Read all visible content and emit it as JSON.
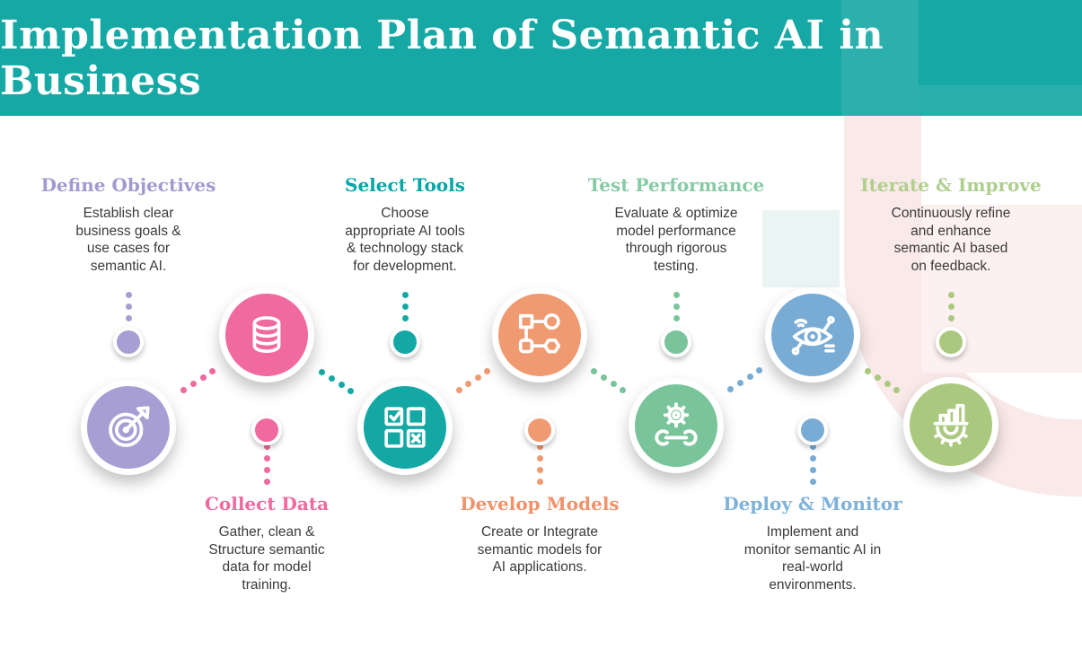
{
  "header": {
    "title": "Implementation Plan of Semantic AI in Business",
    "bg_color": "#16a8a4",
    "text_color": "#ffffff"
  },
  "palette": {
    "background": "#ffffff",
    "body_text": "#3b3b3b",
    "pale_pink_decor": "#fae9e9",
    "pale_teal_decor": "#eaf4f2"
  },
  "steps": [
    {
      "id": "define-objectives",
      "title": "Define Objectives",
      "description": "Establish clear business goals & use cases for semantic AI.",
      "description_lines": [
        "Establish clear",
        "business goals &",
        "use cases for",
        "semantic AI."
      ],
      "color": "#a79fd3",
      "title_color": "#a29ad0",
      "icon": "target-icon",
      "position": "top"
    },
    {
      "id": "collect-data",
      "title": "Collect Data",
      "description": "Gather, clean & Structure semantic data for model training.",
      "description_lines": [
        "Gather, clean &",
        "Structure semantic",
        "data for model",
        "training."
      ],
      "color": "#f0699f",
      "title_color": "#f0699f",
      "icon": "database-icon",
      "position": "bottom"
    },
    {
      "id": "select-tools",
      "title": "Select Tools",
      "description": "Choose appropriate AI tools & technology stack for development.",
      "description_lines": [
        "Choose",
        "appropriate AI tools",
        "& technology stack",
        "for development."
      ],
      "color": "#14a8a4",
      "title_color": "#03a7a6",
      "icon": "checklist-icon",
      "position": "top"
    },
    {
      "id": "develop-models",
      "title": "Develop Models",
      "description": "Create or Integrate semantic models for AI applications.",
      "description_lines": [
        "Create or Integrate",
        "semantic models for",
        "AI applications."
      ],
      "color": "#f09a72",
      "title_color": "#f0936c",
      "icon": "flowchart-icon",
      "position": "bottom"
    },
    {
      "id": "test-performance",
      "title": "Test Performance",
      "description": "Evaluate & optimize model performance through rigorous testing.",
      "description_lines": [
        "Evaluate & optimize",
        "model performance",
        "through rigorous",
        "testing."
      ],
      "color": "#79c49a",
      "title_color": "#86cba5",
      "icon": "gear-wrench-icon",
      "position": "top"
    },
    {
      "id": "deploy-monitor",
      "title": "Deploy & Monitor",
      "description": "Implement and monitor semantic AI in real-world environments.",
      "description_lines": [
        "Implement and",
        "monitor semantic AI in",
        "real-world",
        "environments."
      ],
      "color": "#79acd5",
      "title_color": "#7eb2d9",
      "icon": "eye-monitor-icon",
      "position": "bottom"
    },
    {
      "id": "iterate-improve",
      "title": "Iterate & Improve",
      "description": "Continuously refine and enhance semantic AI based on feedback.",
      "description_lines": [
        "Continuously refine",
        "and enhance",
        "semantic AI based",
        "on feedback."
      ],
      "color": "#abc97e",
      "title_color": "#aed08c",
      "icon": "chart-gear-icon",
      "position": "top"
    }
  ]
}
